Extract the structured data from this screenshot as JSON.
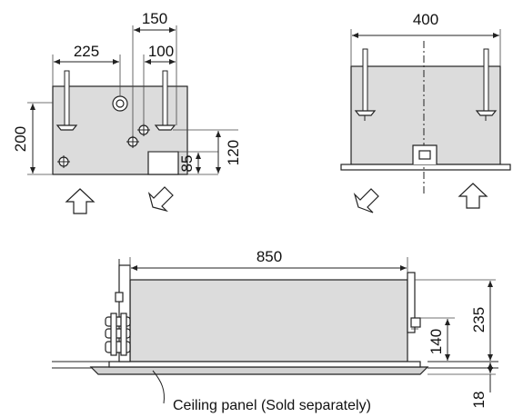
{
  "dimensions": {
    "top_left": {
      "d225": "225",
      "d150": "150",
      "d100": "100",
      "d200": "200",
      "d85": "85",
      "d120": "120"
    },
    "top_right": {
      "d400": "400"
    },
    "bottom": {
      "d850": "850",
      "d235": "235",
      "d140": "140",
      "d18": "18"
    }
  },
  "caption": {
    "ceiling_panel": "Ceiling panel (Sold separately)"
  },
  "icons": {
    "inflow": "up-arrow-icon",
    "outflow": "down-left-arrow-icon"
  }
}
